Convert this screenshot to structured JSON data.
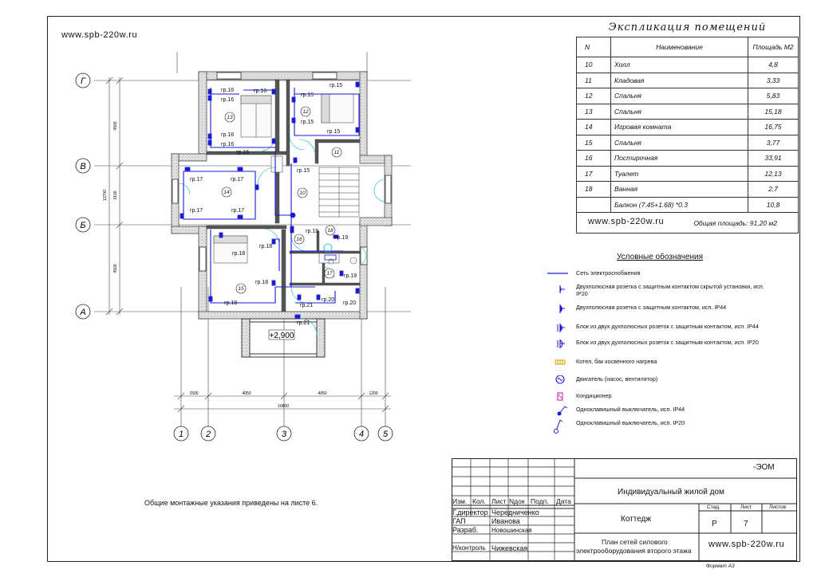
{
  "watermark": "www.spb-220w.ru",
  "explication": {
    "title": "Экспликация помещений",
    "headers": {
      "num": "N",
      "name": "Наименование",
      "area": "Площадь М2"
    },
    "rows": [
      {
        "num": "10",
        "name": "Холл",
        "area": "4,8"
      },
      {
        "num": "11",
        "name": "Кладовая",
        "area": "3,33"
      },
      {
        "num": "12",
        "name": "Спальня",
        "area": "5,83"
      },
      {
        "num": "13",
        "name": "Спальня",
        "area": "15,18"
      },
      {
        "num": "14",
        "name": "Игровая комната",
        "area": "16,75"
      },
      {
        "num": "15",
        "name": "Спальня",
        "area": "3,77"
      },
      {
        "num": "16",
        "name": "Постирочная",
        "area": "33,91"
      },
      {
        "num": "17",
        "name": "Туалет",
        "area": "12,13"
      },
      {
        "num": "18",
        "name": "Ванная",
        "area": "2,7"
      },
      {
        "num": "",
        "name": "Балкон (7.45+1.68) *0.3",
        "area": "10,8"
      }
    ],
    "total": "Общая площадь:  91,20 м2"
  },
  "legend": {
    "title": "Условные обозначения",
    "items": [
      {
        "icon": "network-line-icon",
        "label": "Сеть электроснобжения"
      },
      {
        "icon": "socket-hidden-ip20-icon",
        "label": "Двухполюсная розетка с защитным контактом скрытой установки, исп. IP20"
      },
      {
        "icon": "socket-ip44-icon",
        "label": "Двухполюсная розетка с защитным контактом, исп. IP44"
      },
      {
        "icon": "double-socket-ip44-icon",
        "label": "Блок из двух духполюсных розеток с защитным контактом, исп. IP44"
      },
      {
        "icon": "double-socket-ip20-icon",
        "label": "Блок из двух духполюсных розеток с защитным контактом, исп. IP20"
      },
      {
        "icon": "boiler-icon",
        "label": "Котел, бак косвенного нагрева"
      },
      {
        "icon": "motor-icon",
        "label": "Двигатель (насос, вентилятор)"
      },
      {
        "icon": "air-conditioner-icon",
        "label": "Кондиционер"
      },
      {
        "icon": "switch-ip44-icon",
        "label": "Одноклавишный выключатель, исп. IP44"
      },
      {
        "icon": "switch-ip20-icon",
        "label": "Одноклавишный выключатель, исп. IP20"
      }
    ]
  },
  "colors": {
    "circuit": "#1a1ad6",
    "cyan": "#17b7c9",
    "line": "#222222",
    "hatch": "#8a8a8a"
  },
  "plan": {
    "axes_letters": [
      "Г",
      "В",
      "Б",
      "А"
    ],
    "axes_numbers": [
      "1",
      "2",
      "3",
      "4",
      "5"
    ],
    "dims_vertical": [
      "4500",
      "3100",
      "4500",
      "12700"
    ],
    "dims_horizontal": [
      "1500",
      "4050",
      "4050",
      "1200",
      "10800"
    ],
    "level": "+2,900",
    "rooms": [
      "10",
      "11",
      "12",
      "13",
      "14",
      "15",
      "16",
      "17",
      "18"
    ],
    "circuits": {
      "g15": "гр.15",
      "g16": "гр.16",
      "g17": "гр.17",
      "g18": "гр.18",
      "g19": "гр.19",
      "g20": "гр.20",
      "g21": "гр.21"
    }
  },
  "note": "Общие монтажные указания приведены на листе 6.",
  "title_block": {
    "code": "-ЭОМ",
    "project": "Индивидуальный жилой дом",
    "object": "Коттедж",
    "sheet_title_line1": "План сетей силового",
    "sheet_title_line2": "электрооборудования второго этажа",
    "col_headers": {
      "izm": "Изм.",
      "kol": "Кол.",
      "list": "Лист",
      "ndok": "Nдок",
      "podp": "Подп.",
      "data": "Дата"
    },
    "stage_h": "Стад.",
    "sheet_h": "Лист",
    "sheets_h": "Листов",
    "stage": "Р",
    "sheet": "7",
    "roles": [
      {
        "role": "Г.директор",
        "name": "Чередниченко"
      },
      {
        "role": "ГАП",
        "name": "Иванова"
      },
      {
        "role": "Разраб.",
        "name": "Новошинская"
      },
      {
        "role": "",
        "name": ""
      },
      {
        "role": "Н/контроль",
        "name": "Чижевская"
      }
    ]
  },
  "format": "Формат А3"
}
